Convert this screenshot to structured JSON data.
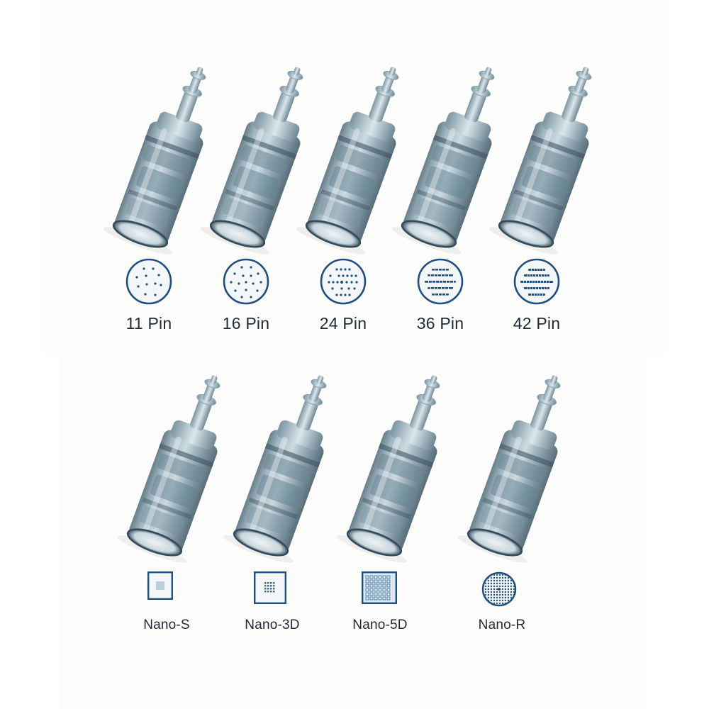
{
  "colors": {
    "background": "#ffffff",
    "panel": "#fdfdfc",
    "icon_stroke": "#1f4f80",
    "icon_fill": "#f4f7fa",
    "dot": "#1f4f80",
    "label_text": "#222a36",
    "cartridge_body": "#8fa7b3",
    "cartridge_dark": "#4d6470"
  },
  "pin_cartridges": [
    {
      "label": "11 Pin",
      "icon": "pin-pattern-11-icon",
      "pins": 11
    },
    {
      "label": "16 Pin",
      "icon": "pin-pattern-16-icon",
      "pins": 16
    },
    {
      "label": "24 Pin",
      "icon": "pin-pattern-24-icon",
      "pins": 24
    },
    {
      "label": "36 Pin",
      "icon": "pin-pattern-36-icon",
      "pins": 36
    },
    {
      "label": "42 Pin",
      "icon": "pin-pattern-42-icon",
      "pins": 42
    }
  ],
  "nano_cartridges": [
    {
      "label": "Nano-S",
      "icon": "nano-s-square-icon"
    },
    {
      "label": "Nano-3D",
      "icon": "nano-3d-grid-icon"
    },
    {
      "label": "Nano-5D",
      "icon": "nano-5d-grid-icon"
    },
    {
      "label": "Nano-R",
      "icon": "nano-r-round-grid-icon"
    }
  ]
}
